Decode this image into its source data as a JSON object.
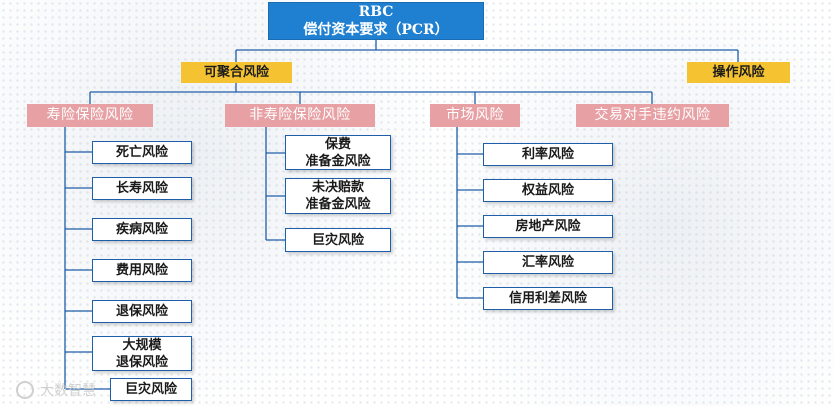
{
  "root": {
    "line1": "RBC",
    "line2": "偿付资本要求（PCR）"
  },
  "groups": {
    "aggregatable": "可聚合风险",
    "operational": "操作风险"
  },
  "categories": {
    "life": "寿险保险风险",
    "nonlife": "非寿险保险风险",
    "market": "市场风险",
    "counterparty": "交易对手违约风险"
  },
  "life_items": [
    "死亡风险",
    "长寿风险",
    "疾病风险",
    "费用风险",
    "退保风险",
    "大规模\n退保风险",
    "巨灾风险"
  ],
  "nonlife_items": [
    "保费\n准备金风险",
    "未决赔款\n准备金风险",
    "巨灾风险"
  ],
  "market_items": [
    "利率风险",
    "权益风险",
    "房地产风险",
    "汇率风险",
    "信用利差风险"
  ],
  "watermark": "大数智慧",
  "colors": {
    "root": "#1f7fd0",
    "group": "#f5c232",
    "category": "#e7a0a4",
    "line": "#1f5ea8"
  }
}
